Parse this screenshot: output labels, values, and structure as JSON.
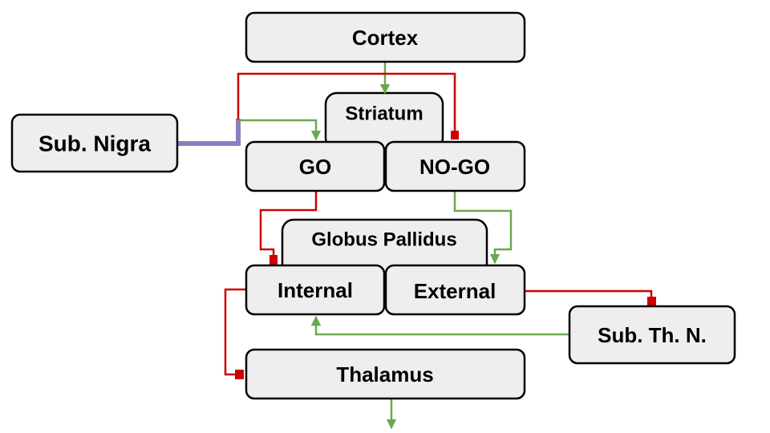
{
  "nodes": {
    "cortex": "Cortex",
    "striatum": "Striatum",
    "go": "GO",
    "nogo": "NO-GO",
    "sub_nigra": "Sub. Nigra",
    "globus_pallidus": "Globus Pallidus",
    "internal": "Internal",
    "external": "External",
    "sub_th_n": "Sub. Th. N.",
    "thalamus": "Thalamus"
  },
  "colors": {
    "box_fill": "#eeeeee",
    "box_stroke": "#000000",
    "inhibitory": "#cc0000",
    "excitatory": "#6aa84f",
    "dopamine": "#8e7cc3"
  },
  "connections": [
    {
      "from": "cortex",
      "to": "striatum",
      "type": "excitatory"
    },
    {
      "from": "sub_nigra",
      "to": "go",
      "type": "excitatory"
    },
    {
      "from": "sub_nigra",
      "to": "nogo",
      "type": "inhibitory"
    },
    {
      "from": "go",
      "to": "internal",
      "type": "inhibitory"
    },
    {
      "from": "nogo",
      "to": "external",
      "type": "excitatory"
    },
    {
      "from": "external",
      "to": "sub_th_n",
      "type": "inhibitory"
    },
    {
      "from": "sub_th_n",
      "to": "internal",
      "type": "excitatory"
    },
    {
      "from": "internal",
      "to": "thalamus",
      "type": "inhibitory"
    },
    {
      "from": "thalamus",
      "to": "output",
      "type": "excitatory"
    }
  ]
}
